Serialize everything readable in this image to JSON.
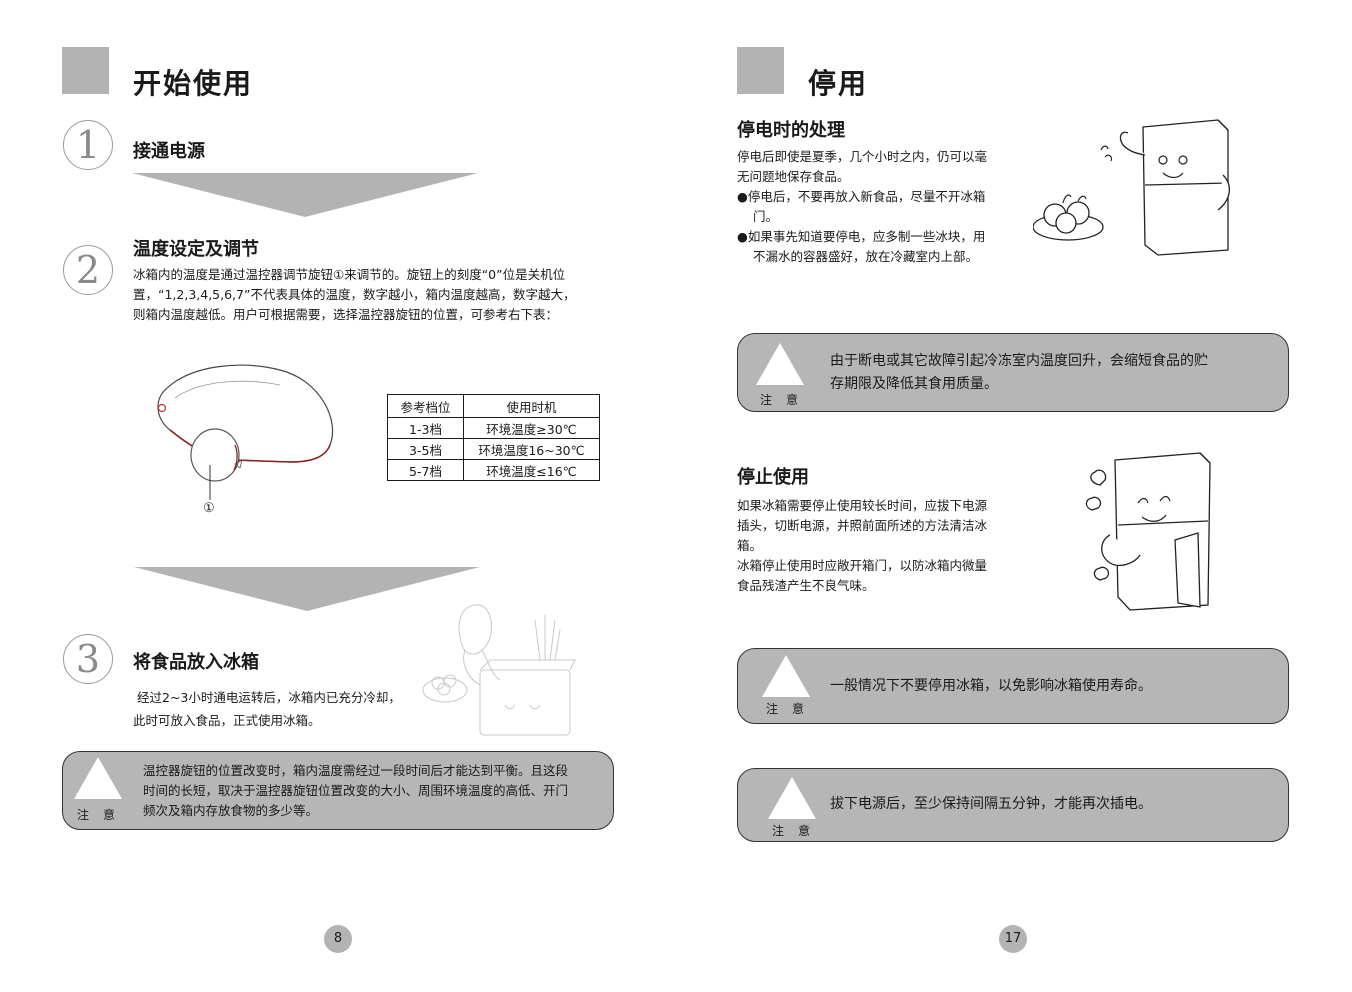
{
  "left_page": {
    "title": "开始使用",
    "step1": {
      "number": "1",
      "title": "接通电源"
    },
    "step2": {
      "number": "2",
      "title": "温度设定及调节",
      "text_lines": [
        "冰箱内的温度是通过温控器调节旋钮①来调节的。旋钮上的刻度“0”位是关机位",
        "置，“1,2,3,4,5,6,7”不代表具体的温度，数字越小，箱内温度越高，数字越大，",
        "则箱内温度越低。用户可根据需要，选择温控器旋钮的位置，可参考右下表："
      ],
      "knob_label": "①",
      "table": {
        "headers": [
          "参考档位",
          "使用时机"
        ],
        "rows": [
          [
            "1-3档",
            "环境温度≥30℃"
          ],
          [
            "3-5档",
            "环境温度16~30℃"
          ],
          [
            "5-7档",
            "环境温度≤16℃"
          ]
        ]
      }
    },
    "step3": {
      "number": "3",
      "title": "将食品放入冰箱",
      "text_lines": [
        "经过2~3小时通电运转后，冰箱内已充分冷却，",
        "此时可放入食品，正式使用冰箱。"
      ]
    },
    "notice": {
      "caution": "注意",
      "text_lines": [
        "温控器旋钮的位置改变时，箱内温度需经过一段时间后才能达到平衡。且这段",
        "时间的长短，取决于温控器旋钮位置改变的大小、周围环境温度的高低、开门",
        "频次及箱内存放食物的多少等。"
      ]
    },
    "page_number": "8"
  },
  "right_page": {
    "title": "停用",
    "power_outage": {
      "title": "停电时的处理",
      "lines": [
        "停电后即使是夏季，几个小时之内，仍可以毫",
        "无问题地保存食品。",
        "●停电后，不要再放入新食品，尽量不开冰箱",
        "门。",
        "●如果事先知道要停电，应多制一些冰块，用",
        "不漏水的容器盛好，放在冷藏室内上部。"
      ]
    },
    "notice1": {
      "caution": "注意",
      "text_lines": [
        "由于断电或其它故障引起冷冻室内温度回升，会缩短食品的贮",
        "存期限及降低其食用质量。"
      ]
    },
    "stop_use": {
      "title": "停止使用",
      "lines": [
        "如果冰箱需要停止使用较长时间，应拔下电源",
        "插头，切断电源，并照前面所述的方法清洁冰",
        "箱。",
        "冰箱停止使用时应敞开箱门，以防冰箱内微量",
        "食品残渣产生不良气味。"
      ]
    },
    "notice2": {
      "caution": "注意",
      "text": "一般情况下不要停用冰箱，以免影响冰箱使用寿命。"
    },
    "notice3": {
      "caution": "注意",
      "text": "拔下电源后，至少保持间隔五分钟，才能再次插电。"
    },
    "page_number": "17"
  },
  "colors": {
    "header_block": "#b3b3b3",
    "notice_bg": "#b6b6b6",
    "text": "#1a1a1a",
    "knob_accent": "#c0392b"
  }
}
